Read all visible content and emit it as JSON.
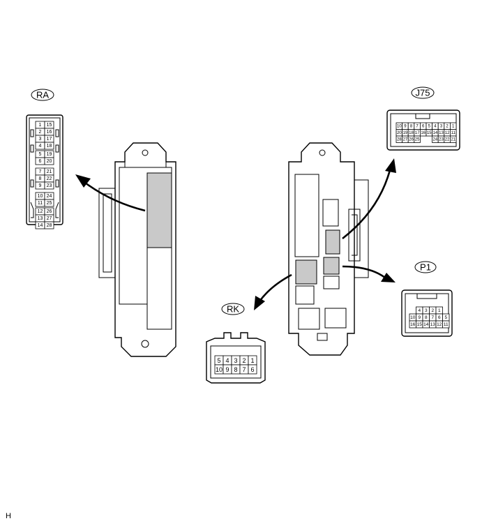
{
  "footer": "H",
  "connectors": {
    "RA": {
      "label": "RA",
      "rows": [
        [
          "1",
          "15"
        ],
        [
          "2",
          "16"
        ],
        [
          "3",
          "17"
        ],
        [
          "4",
          "18"
        ],
        [
          "5",
          "19"
        ],
        [
          "6",
          "20"
        ],
        [
          "7",
          "21"
        ],
        [
          "8",
          "22"
        ],
        [
          "9",
          "23"
        ],
        [
          "10",
          "24"
        ],
        [
          "11",
          "25"
        ],
        [
          "12",
          "26"
        ],
        [
          "13",
          "27"
        ],
        [
          "14",
          "28"
        ]
      ]
    },
    "J75": {
      "label": "J75",
      "rows": [
        [
          "10",
          "9",
          "8",
          "7",
          "6",
          "5",
          "4",
          "3",
          "2",
          "1"
        ],
        [
          "20",
          "19",
          "18",
          "17",
          "16",
          "15",
          "14",
          "13",
          "12",
          "11"
        ],
        [
          "28",
          "27",
          "26",
          "25",
          "",
          "",
          "24",
          "23",
          "22",
          "21"
        ]
      ]
    },
    "P1": {
      "label": "P1",
      "rows": [
        [
          "",
          "4",
          "3",
          "2",
          "1",
          ""
        ],
        [
          "10",
          "9",
          "8",
          "7",
          "6",
          "5"
        ],
        [
          "16",
          "15",
          "14",
          "13",
          "12",
          "11"
        ]
      ]
    },
    "RK": {
      "label": "RK",
      "rows": [
        [
          "5",
          "4",
          "3",
          "2",
          "1"
        ],
        [
          "10",
          "9",
          "8",
          "7",
          "6"
        ]
      ]
    }
  }
}
